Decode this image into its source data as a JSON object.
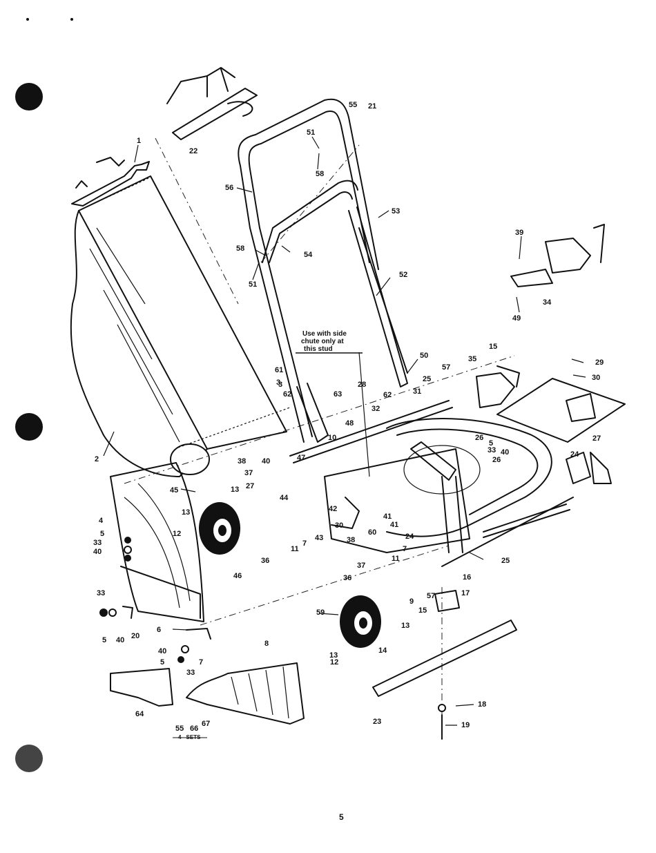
{
  "note": {
    "line1": "Use with side",
    "line2": "chute only at",
    "line3": "this stud"
  },
  "sets_note": "4 - SETS",
  "page_number": "5",
  "callouts": [
    "1",
    "2",
    "3",
    "4",
    "5",
    "33",
    "40",
    "33",
    "5",
    "40",
    "20",
    "6",
    "40",
    "5",
    "33",
    "7",
    "64",
    "8",
    "55",
    "66",
    "67",
    "45",
    "12",
    "13",
    "13",
    "27",
    "38",
    "37",
    "40",
    "44",
    "46",
    "36",
    "11",
    "7",
    "43",
    "30",
    "42",
    "41",
    "41",
    "60",
    "38",
    "36",
    "37",
    "11",
    "7",
    "24",
    "15",
    "9",
    "13",
    "14",
    "59",
    "13",
    "12",
    "57",
    "16",
    "17",
    "25",
    "23",
    "18",
    "19",
    "47",
    "10",
    "48",
    "32",
    "28",
    "62",
    "31",
    "25",
    "57",
    "35",
    "15",
    "26",
    "5",
    "33",
    "40",
    "26",
    "24",
    "27",
    "29",
    "30",
    "39",
    "34",
    "49",
    "22",
    "56",
    "51",
    "58",
    "55",
    "21",
    "53",
    "52",
    "50",
    "58",
    "54",
    "51",
    "61",
    "3",
    "62",
    "63"
  ]
}
